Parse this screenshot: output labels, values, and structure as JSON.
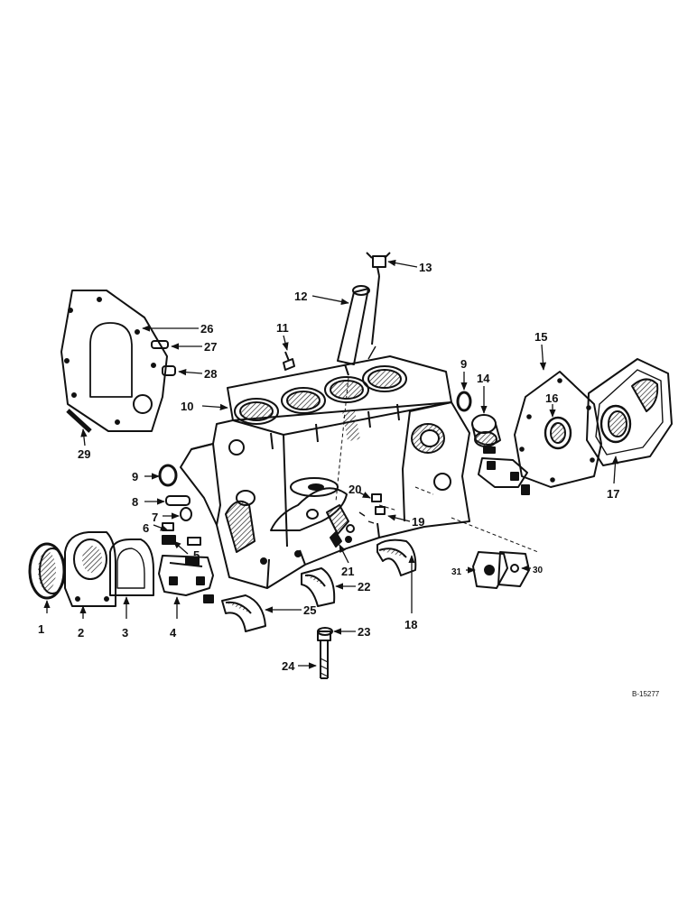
{
  "diagram": {
    "reference_code": "B-15277",
    "callouts": [
      "1",
      "2",
      "3",
      "4",
      "5",
      "6",
      "7",
      "8",
      "9",
      "10",
      "11",
      "12",
      "13",
      "14",
      "15",
      "16",
      "17",
      "18",
      "19",
      "20",
      "21",
      "22",
      "23",
      "24",
      "25",
      "26",
      "27",
      "28",
      "29",
      "30",
      "31"
    ]
  }
}
